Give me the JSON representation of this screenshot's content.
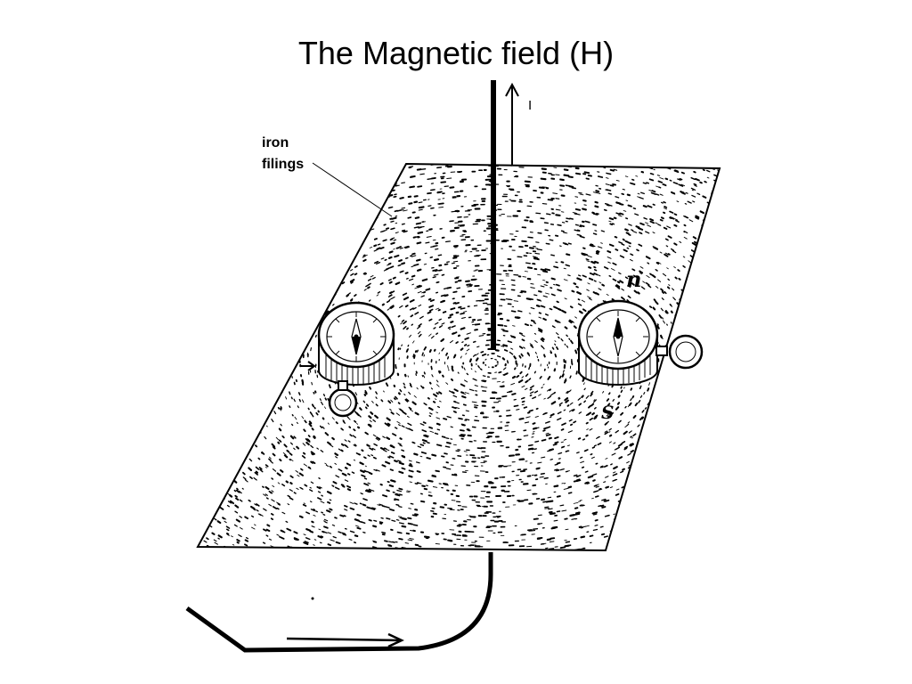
{
  "title": "The Magnetic field (H)",
  "labels": {
    "iron": "iron",
    "filings": "filings",
    "current": "I"
  },
  "compass_labels": {
    "north": "n",
    "south": "S"
  },
  "colors": {
    "ink": "#000000",
    "paper": "#ffffff"
  }
}
